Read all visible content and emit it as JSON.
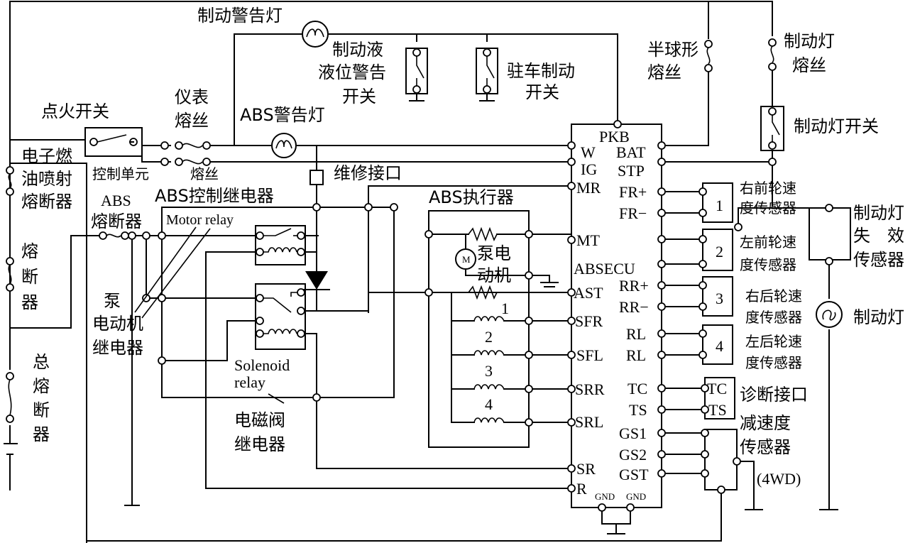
{
  "labels": {
    "brake_warning_lamp": "制动警告灯",
    "brake_fluid_level_switch_1": "制动液",
    "brake_fluid_level_switch_2": "液位警告",
    "brake_fluid_level_switch_3": "开关",
    "parking_brake_switch_1": "驻车制动",
    "parking_brake_switch_2": "开关",
    "dome_fuse_1": "半球形",
    "dome_fuse_2": "熔丝",
    "stop_fuse_1": "制动灯",
    "stop_fuse_2": "熔丝",
    "stop_lamp_switch": "制动灯开关",
    "ignition_switch": "点火开关",
    "gauge_fuse_1": "仪表",
    "gauge_fuse_2": "熔丝",
    "abs_warning_lamp": "ABS警告灯",
    "efi_fuse_1": "电子燃",
    "efi_fuse_2": "油喷射",
    "efi_fuse_3": "熔断器",
    "control_unit": "控制单元",
    "fuse_small": "熔丝",
    "service_connector": "维修接口",
    "abs_control_relay": "ABS控制继电器",
    "abs_fuse_1": "ABS",
    "abs_fuse_2": "熔断器",
    "motor_relay": "Motor relay",
    "fuse_1": "熔",
    "fuse_2": "断",
    "fuse_3": "器",
    "pump_motor_relay_1": "泵",
    "pump_motor_relay_2": "电动机",
    "pump_motor_relay_3": "继电器",
    "abs_actuator": "ABS执行器",
    "pump_motor_1": "泵电",
    "pump_motor_2": "动机",
    "solenoid_relay_1": "Solenoid",
    "solenoid_relay_2": "relay",
    "solenoid_valve_relay_1": "电磁阀",
    "solenoid_valve_relay_2": "继电器",
    "main_fuse_1": "总",
    "main_fuse_2": "熔",
    "main_fuse_3": "断",
    "main_fuse_4": "器",
    "fr_sensor_1": "右前轮速",
    "fr_sensor_2": "度传感器",
    "fl_sensor_1": "左前轮速",
    "fl_sensor_2": "度传感器",
    "rr_sensor_1": "右后轮速",
    "rr_sensor_2": "度传感器",
    "rl_sensor_1": "左后轮速",
    "rl_sensor_2": "度传感器",
    "brake_lamp_failure_sensor_1": "制动灯",
    "brake_lamp_failure_sensor_2": "失　效",
    "brake_lamp_failure_sensor_3": "传感器",
    "brake_lamp": "制动灯",
    "diagnostic_connector": "诊断接口",
    "decel_sensor_1": "减速度",
    "decel_sensor_2": "传感器",
    "decel_sensor_3": "(4WD)",
    "abs_ecu": "ABSECU"
  },
  "ecu_pins_left": [
    "W",
    "IG",
    "MR",
    "MT",
    "AST",
    "SFR",
    "SFL",
    "SRR",
    "SRL",
    "SR",
    "R"
  ],
  "ecu_pins_top": "PKB",
  "ecu_pins_right": [
    "BAT",
    "STP",
    "FR+",
    "FR−",
    "RR+",
    "RR−",
    "RL",
    "RL",
    "TC",
    "TS",
    "GS1",
    "GS2",
    "GST"
  ],
  "ecu_pins_bottom": [
    "GND",
    "GND"
  ],
  "sensor_numbers": [
    "1",
    "2",
    "3",
    "4"
  ],
  "solenoid_numbers": [
    "1",
    "2",
    "3",
    "4"
  ],
  "diag_pins": [
    "TC",
    "TS"
  ],
  "pump_symbol": "M"
}
